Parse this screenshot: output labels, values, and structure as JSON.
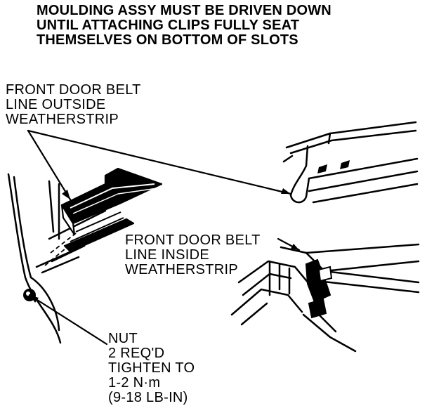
{
  "title": {
    "lines": [
      "MOULDING ASSY MUST BE DRIVEN DOWN",
      "UNTIL ATTACHING CLIPS FULLY SEAT",
      "THEMSELVES ON BOTTOM OF SLOTS"
    ]
  },
  "callouts": {
    "outside_weatherstrip": {
      "lines": [
        "FRONT DOOR BELT",
        "LINE OUTSIDE",
        "WEATHERSTRIP"
      ]
    },
    "inside_weatherstrip": {
      "lines": [
        "FRONT DOOR BELT",
        "LINE INSIDE",
        "WEATHERSTRIP"
      ]
    },
    "nut": {
      "lines": [
        "NUT",
        "2 REQ'D",
        "TIGHTEN TO",
        "1-2 N·m",
        "(9-18 LB-IN)"
      ]
    }
  },
  "colors": {
    "ink": "#000000",
    "paper": "#ffffff"
  }
}
